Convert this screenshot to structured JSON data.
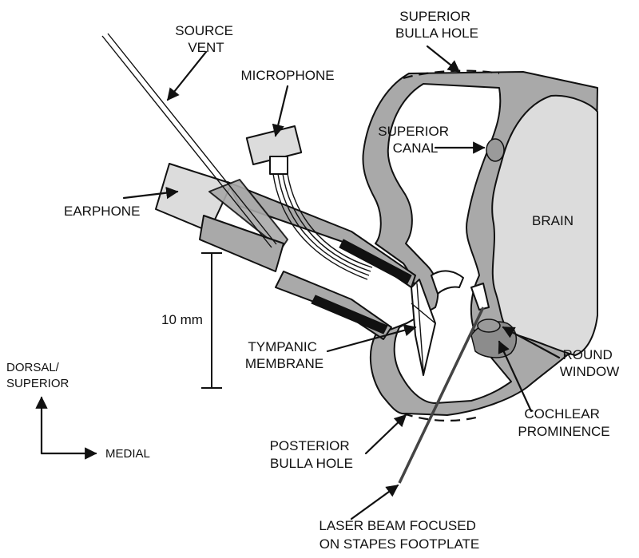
{
  "labels": {
    "source_vent": [
      "SOURCE",
      "VENT"
    ],
    "superior_bulla_hole": [
      "SUPERIOR",
      "BULLA HOLE"
    ],
    "microphone": "MICROPHONE",
    "superior_canal": [
      "SUPERIOR",
      "CANAL"
    ],
    "earphone": "EARPHONE",
    "brain": "BRAIN",
    "scale_bar": "10 mm",
    "tympanic_membrane": [
      "TYMPANIC",
      "MEMBRANE"
    ],
    "round_window": [
      "ROUND",
      "WINDOW"
    ],
    "dorsal_superior": [
      "DORSAL/",
      "SUPERIOR"
    ],
    "medial": "MEDIAL",
    "cochlear_prominence": [
      "COCHLEAR",
      "PROMINENCE"
    ],
    "posterior_bulla_hole": [
      "POSTERIOR",
      "BULLA HOLE"
    ],
    "laser_beam": [
      "LASER  BEAM FOCUSED",
      "ON STAPES FOOTPLATE"
    ]
  },
  "colors": {
    "tissue": "#a9a9a9",
    "brain": "#dcdcdc",
    "ink": "#111111"
  }
}
